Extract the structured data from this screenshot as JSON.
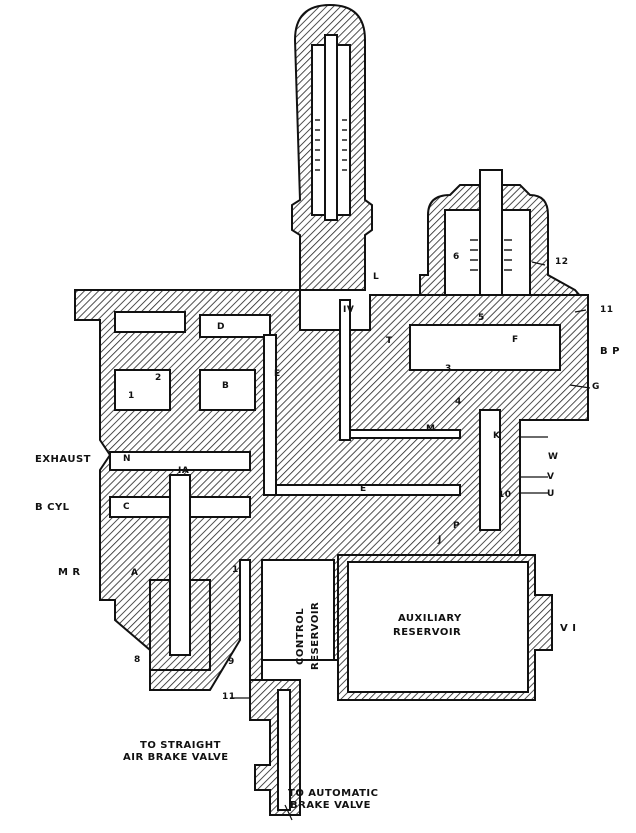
{
  "title": "Cross-section of brake control valve",
  "colors": {
    "ink": "#111111",
    "background": "#ffffff"
  },
  "ports": {
    "exhaust": "EXHAUST",
    "brake_cylinder": "B CYL",
    "main_reservoir": "M R",
    "brake_pipe": "B P",
    "vent": "V I"
  },
  "reservoirs": {
    "control_line1": "CONTROL",
    "control_line2": "RESERVOIR",
    "auxiliary_line1": "AUXILIARY",
    "auxiliary_line2": "RESERVOIR"
  },
  "connections": {
    "straight_air_line1": "TO STRAIGHT",
    "straight_air_line2": "AIR BRAKE VALVE",
    "automatic_line1": "TO AUTOMATIC",
    "automatic_line2": "BRAKE VALVE"
  },
  "part_labels": {
    "N": "N",
    "C": "C",
    "A": "A",
    "D": "D",
    "B": "B",
    "E": "E",
    "E2": "E",
    "IA": "IA",
    "one": "1",
    "one_b": "1",
    "two": "2",
    "eight": "8",
    "nine": "9",
    "eleven_bottom": "11",
    "L": "L",
    "IV": "IV",
    "T": "T",
    "F": "F",
    "three": "3",
    "five": "5",
    "six": "6",
    "twelve": "12",
    "eleven_top": "11",
    "G": "G",
    "four": "4",
    "M": "M",
    "K": "K",
    "W": "W",
    "V": "V",
    "U": "U",
    "ten": "10",
    "P": "P",
    "J": "J"
  }
}
